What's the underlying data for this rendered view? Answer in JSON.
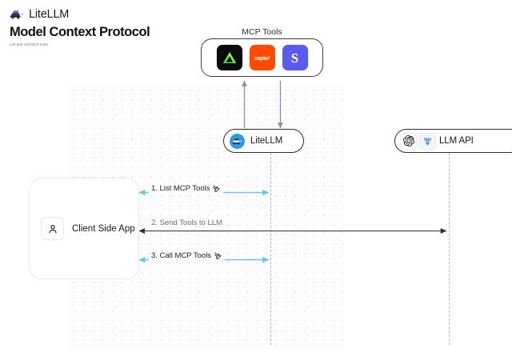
{
  "header": {
    "brand_name": "LiteLLM",
    "brand_logo_icon": "litellm-logo-icon",
    "title": "Model Context Protocol",
    "subtitle": "List and call MCP tools"
  },
  "diagram": {
    "type": "sequence-diagram",
    "mcp_tools_group": {
      "label": "MCP Tools",
      "tools": [
        {
          "name": "triangle-tool",
          "icon": "green-triangle-icon",
          "text": "",
          "bg": "#0b0b0d"
        },
        {
          "name": "zapier-tool",
          "icon": "zapier-icon",
          "text": "zapier",
          "bg": "#ff4a00"
        },
        {
          "name": "slack-tool",
          "icon": "slack-s-icon",
          "text": "S",
          "bg": "#5b5bf0"
        }
      ]
    },
    "nodes": [
      {
        "name": "litellm-node",
        "label": "LiteLLM",
        "icon": "litellm-circle-icon"
      },
      {
        "name": "llm-api-node",
        "label": "LLM API",
        "icons": [
          "openai-icon",
          "anthropic-icon"
        ]
      },
      {
        "name": "client-side-app-node",
        "label": "Client Side App",
        "icon": "user-icon"
      }
    ],
    "edges": [
      {
        "name": "edge-list-mcp-tools",
        "label": "1. List MCP Tools",
        "icon": "tools-icon",
        "color": "#6cc3f0",
        "direction": "right"
      },
      {
        "name": "edge-send-tools-to-llm",
        "label": "2. Send Tools to LLM",
        "icon": "",
        "color": "#4a4f57",
        "direction": "both"
      },
      {
        "name": "edge-call-mcp-tools",
        "label": "3. Call MCP Tools",
        "icon": "tools-icon",
        "color": "#6cc3f0",
        "direction": "right"
      }
    ],
    "vertical_edges": [
      {
        "name": "edge-tools-to-litellm-up",
        "direction": "up",
        "color": "#8a8f97"
      },
      {
        "name": "edge-litellm-to-tools-down",
        "direction": "down",
        "color": "#8a8f97"
      }
    ]
  }
}
